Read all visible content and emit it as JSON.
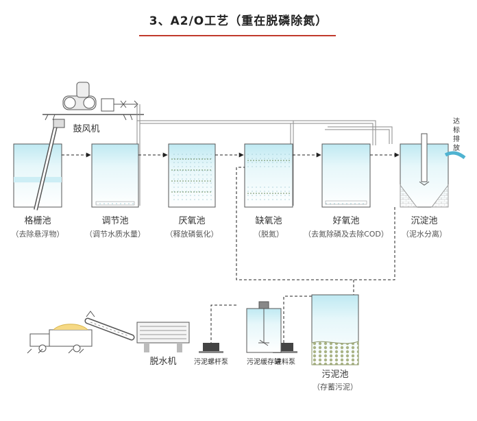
{
  "title": "3、A2/O工艺（重在脱磷除氮）",
  "colors": {
    "accent_rule": "#c0392b",
    "water": "#d6f1f6",
    "wall": "#555555",
    "line": "#7a7a7a"
  },
  "units": [
    {
      "name": "格栅池",
      "desc": "（去除悬浮物）"
    },
    {
      "name": "调节池",
      "desc": "（调节水质水量）"
    },
    {
      "name": "厌氧池",
      "desc": "（释放磷氨化）"
    },
    {
      "name": "缺氧池",
      "desc": "（脱氮）"
    },
    {
      "name": "好氧池",
      "desc": "（去氮除磷及去除COD）"
    },
    {
      "name": "沉淀池",
      "desc": "（泥水分离）"
    }
  ],
  "blower": "鼓风机",
  "discharge": [
    "达",
    "标",
    "排",
    "放"
  ],
  "sludge_tank": {
    "name": "污泥池",
    "desc": "（存蓄污泥）"
  },
  "feed_pump": "进料泵",
  "buffer_tank": "污泥缓存罐",
  "screw_pump": "污泥螺杆泵",
  "dewater": "脱水机"
}
